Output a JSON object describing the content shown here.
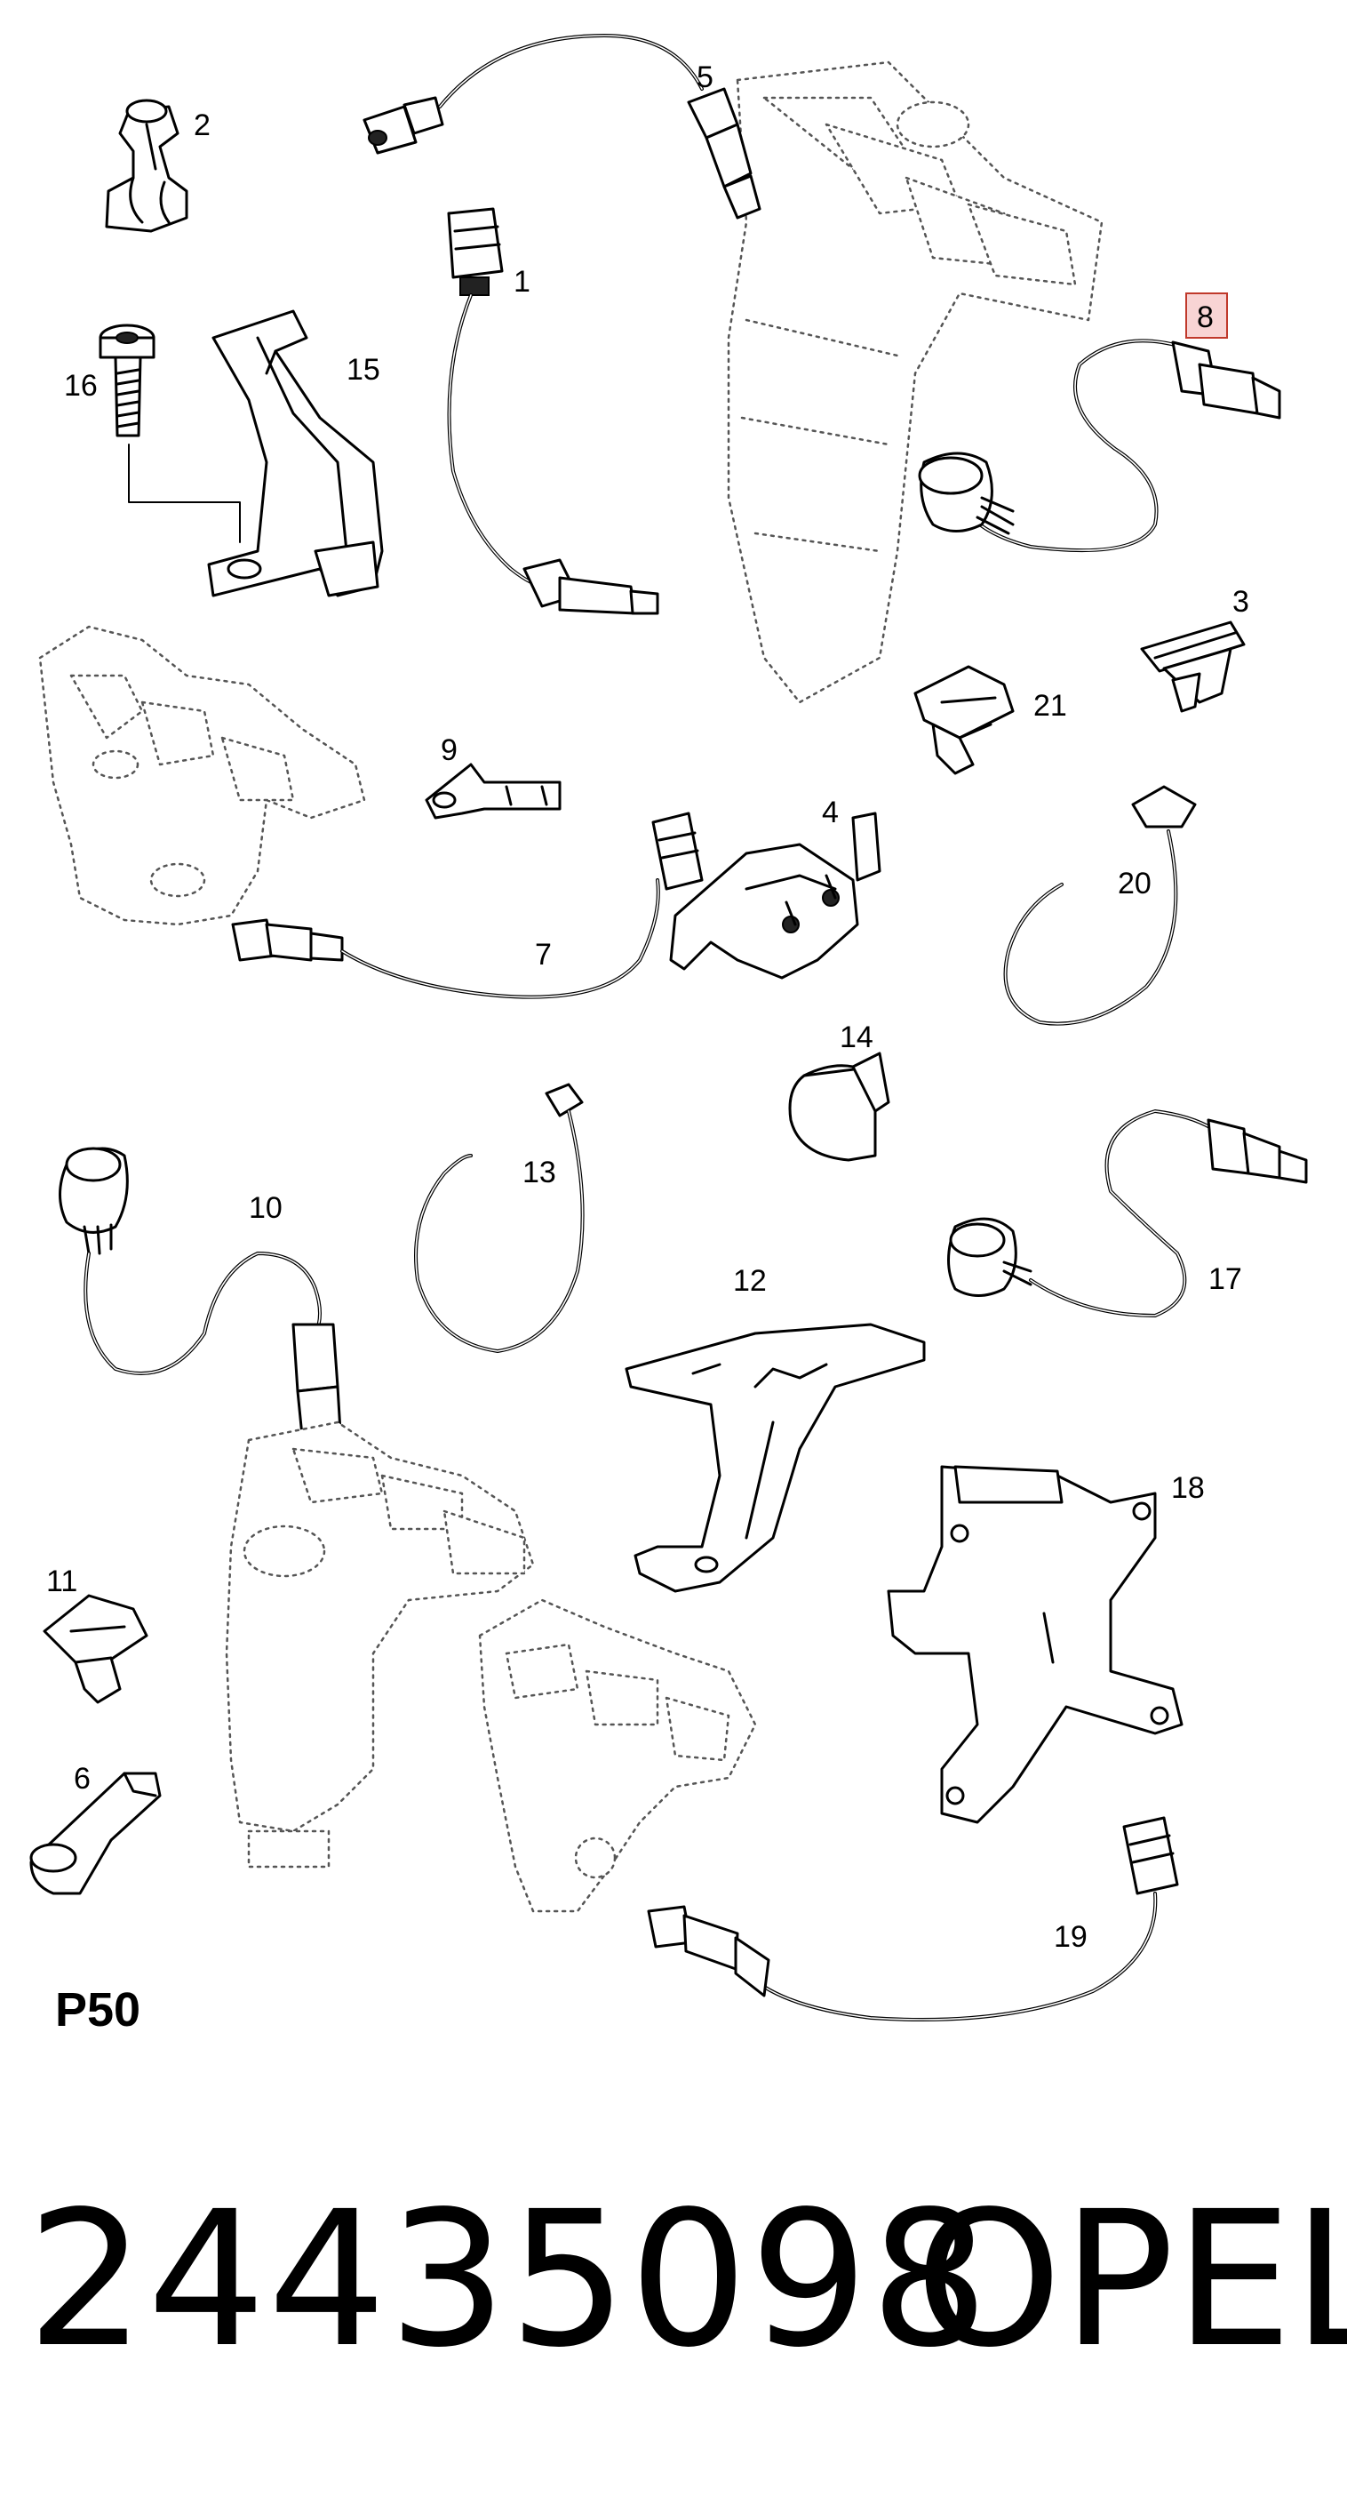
{
  "diagram": {
    "callouts": {
      "c1": "1",
      "c2": "2",
      "c3": "3",
      "c4": "4",
      "c5": "5",
      "c6": "6",
      "c7": "7",
      "c8": "8",
      "c9": "9",
      "c10": "10",
      "c11": "11",
      "c12": "12",
      "c13": "13",
      "c14": "14",
      "c15": "15",
      "c16": "16",
      "c17": "17",
      "c18": "18",
      "c19": "19",
      "c20": "20",
      "c21": "21"
    },
    "highlighted_callout": "8",
    "highlight_color": "#f8d4d4",
    "highlight_border": "#c0392b"
  },
  "footer": {
    "page_code": "P50",
    "part_number": "24435098",
    "brand": "OPEL"
  }
}
